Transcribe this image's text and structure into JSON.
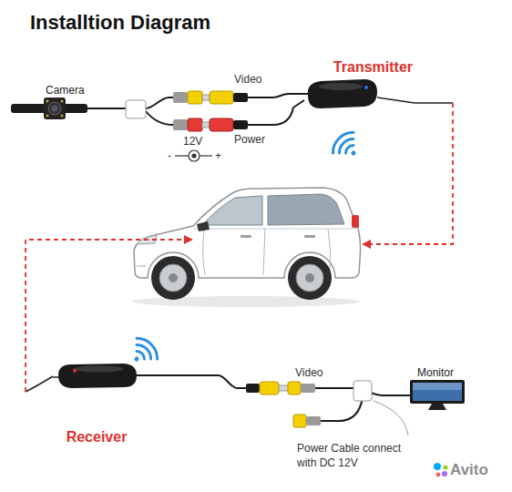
{
  "diagram": {
    "title": "Installtion Diagram",
    "nodes": [
      {
        "text": [
          "Camera"
        ]
      },
      {
        "text": [
          "Transmitter"
        ]
      },
      {
        "text": [
          "Receiver"
        ]
      },
      {
        "text": [
          "Monitor"
        ]
      }
    ],
    "edges": [
      {
        "from": 0,
        "to": 1,
        "arrow": "none"
      },
      {
        "from": 2,
        "to": 3,
        "arrow": "none"
      }
    ],
    "labels": [
      "Video",
      "12V",
      "-",
      "+",
      "Power",
      "Video",
      "Power Cable connect with DC 12V",
      "Avito"
    ]
  }
}
